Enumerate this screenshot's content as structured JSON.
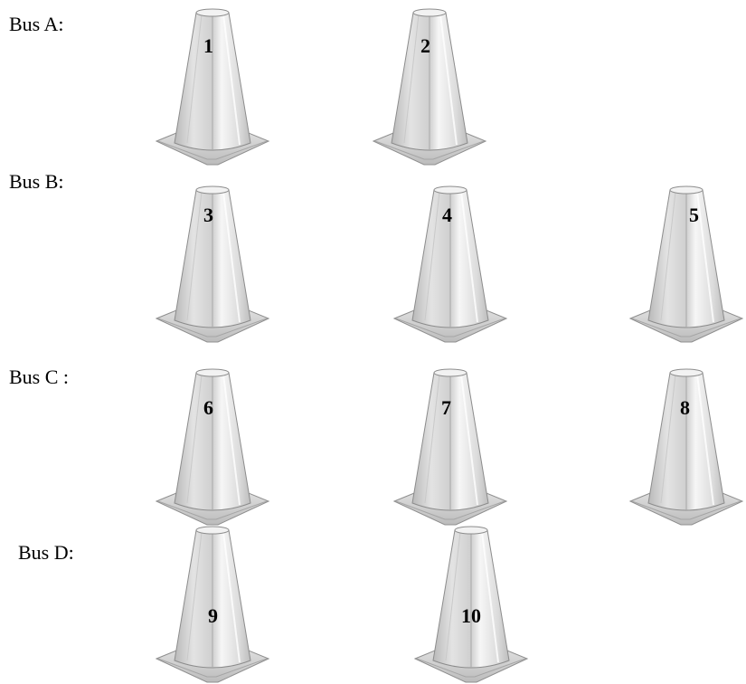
{
  "buses": [
    {
      "label": "Bus A:",
      "cones": [
        "1",
        "2"
      ]
    },
    {
      "label": "Bus B:",
      "cones": [
        "3",
        "4",
        "5"
      ]
    },
    {
      "label": "Bus C :",
      "cones": [
        "6",
        "7",
        "8"
      ]
    },
    {
      "label": "Bus D:",
      "cones": [
        "9",
        "10"
      ]
    }
  ],
  "cone_colors": {
    "body": "#e4e4e4",
    "highlight": "#f7f7f7",
    "shade": "#b8b8b8",
    "outline": "#8c8c8c"
  }
}
